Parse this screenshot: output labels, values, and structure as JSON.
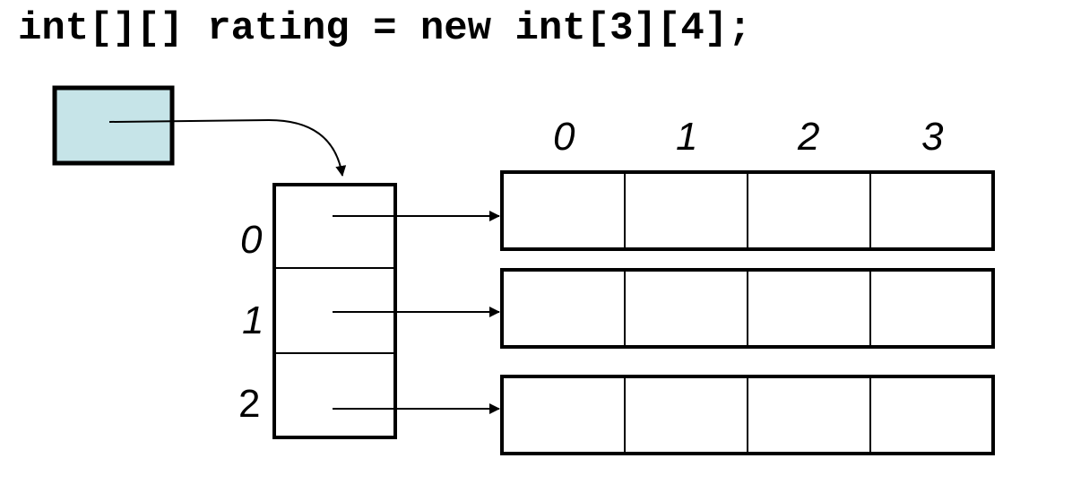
{
  "code": "int[][] rating = new int[3][4];",
  "column_indices": [
    "0",
    "1",
    "2",
    "3"
  ],
  "row_indices": [
    "0",
    "1",
    "2"
  ],
  "colors": {
    "reference_box_fill": "#c6e4e8",
    "stroke": "#000000",
    "background": "#ffffff"
  }
}
